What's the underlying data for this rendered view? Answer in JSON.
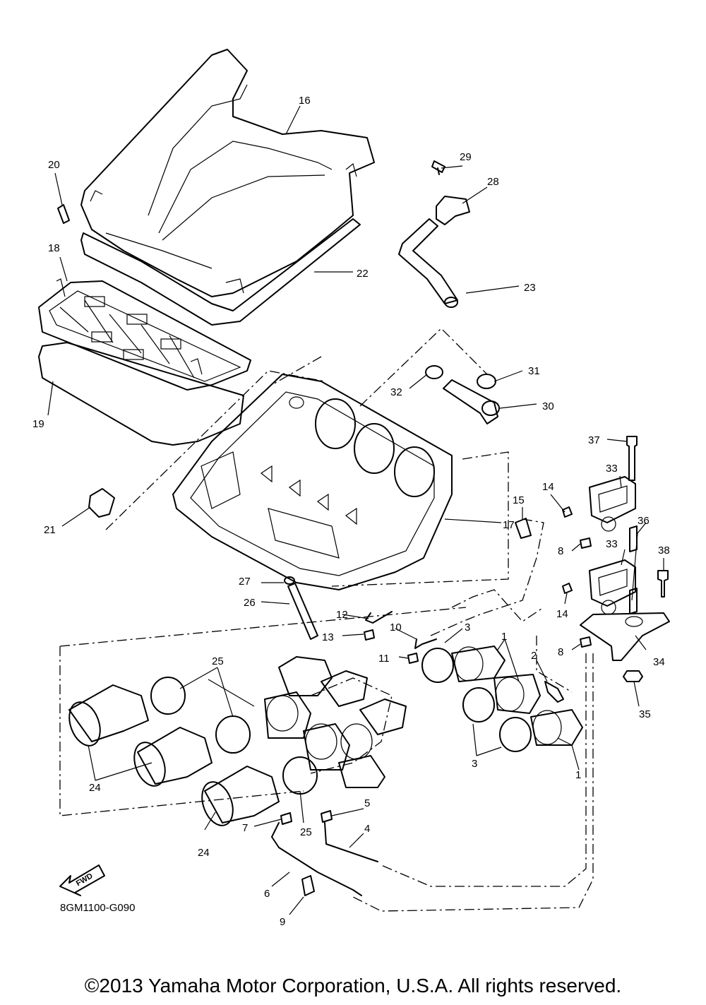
{
  "callouts": {
    "c1a": "1",
    "c1b": "1",
    "c2": "2",
    "c3a": "3",
    "c3b": "3",
    "c4": "4",
    "c5": "5",
    "c6": "6",
    "c7": "7",
    "c8a": "8",
    "c8b": "8",
    "c9": "9",
    "c10": "10",
    "c11": "11",
    "c12": "12",
    "c13": "13",
    "c14a": "14",
    "c14b": "14",
    "c15": "15",
    "c16": "16",
    "c17": "17",
    "c18": "18",
    "c19": "19",
    "c20": "20",
    "c21": "21",
    "c22": "22",
    "c23": "23",
    "c24a": "24",
    "c24b": "24",
    "c25a": "25",
    "c25b": "25",
    "c26": "26",
    "c27": "27",
    "c28": "28",
    "c29": "29",
    "c30": "30",
    "c31": "31",
    "c32": "32",
    "c33a": "33",
    "c33b": "33",
    "c34": "34",
    "c35": "35",
    "c36": "36",
    "c37": "37",
    "c38": "38"
  },
  "diagram_code": "8GM1100-G090",
  "fwd_label": "FWD",
  "copyright": "©2013 Yamaha Motor Corporation, U.S.A. All rights reserved."
}
